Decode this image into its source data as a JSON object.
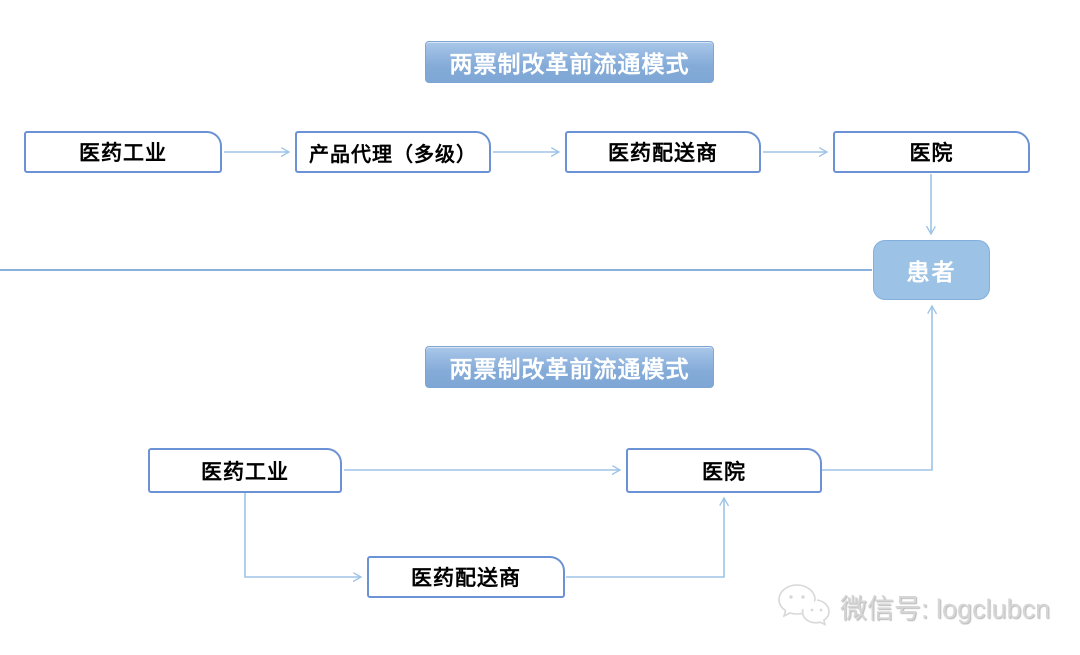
{
  "top": {
    "title": "两票制改革前流通模式",
    "nodes": [
      "医药工业",
      "产品代理（多级）",
      "医药配送商",
      "医院"
    ]
  },
  "patient": {
    "label": "患者"
  },
  "bottom": {
    "title": "两票制改革前流通模式",
    "nodes": [
      "医药工业",
      "医院",
      "医药配送商"
    ]
  },
  "watermark": {
    "icon": "wechat-logo-icon",
    "text": "微信号: logclubcn"
  },
  "colors": {
    "connector": "#9dc3e6",
    "long_line": "#8ab1dc",
    "box_border": "#6b92d4",
    "title_fill_top": "#a9c7e9",
    "title_fill_bottom": "#84abd8",
    "title_border": "#7ea6d4",
    "title_text": "#ffffff",
    "patient_fill": "#9cc2e5",
    "patient_border": "#84afdc",
    "label_text": "#000000",
    "watermark_text": "#d6d6d6"
  }
}
